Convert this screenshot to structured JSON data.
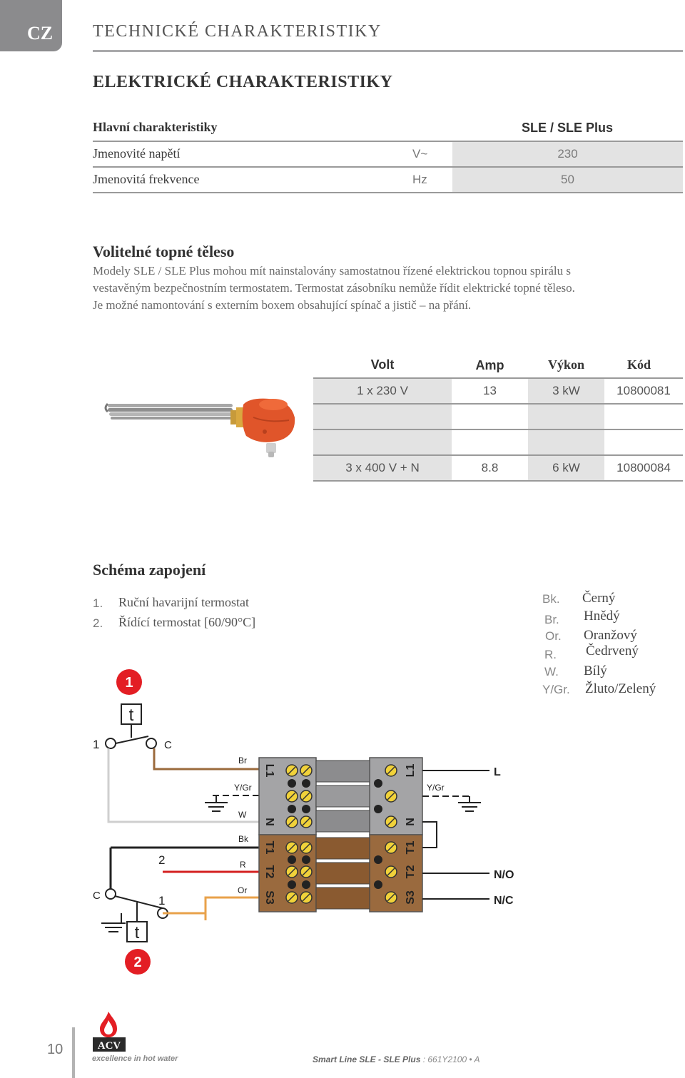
{
  "header": {
    "lang_tab": "CZ",
    "title": "TECHNICKÉ CHARAKTERISTIKY"
  },
  "electrical": {
    "title": "ELEKTRICKÉ CHARAKTERISTIKY",
    "table": {
      "header_label": "Hlavní charakteristiky",
      "header_model": "SLE / SLE Plus",
      "rows": [
        {
          "label": "Jmenovité napětí",
          "unit": "V~",
          "value": "230"
        },
        {
          "label": "Jmenovitá frekvence",
          "unit": "Hz",
          "value": "50"
        }
      ]
    }
  },
  "optional_heater": {
    "title": "Volitelné topné těleso",
    "lines": [
      "Modely SLE / SLE Plus mohou mít nainstalovány samostatnou řízené elektrickou topnou spirálu s",
      "vestavěným bezpečnostním termostatem. Termostat zásobníku nemůže řídit elektrické topné těleso.",
      "Je možné namontování s externím boxem obsahující spínač a jistič – na přání."
    ],
    "table": {
      "headers": [
        "Volt",
        "Amp",
        "Výkon",
        "Kód"
      ],
      "rows": [
        [
          "1 x 230 V",
          "13",
          "3 kW",
          "10800081"
        ],
        [
          "",
          "",
          "",
          ""
        ],
        [
          "",
          "",
          "",
          ""
        ],
        [
          "3 x 400 V + N",
          "8.8",
          "6 kW",
          "10800084"
        ]
      ]
    }
  },
  "schema": {
    "title": "Schéma zapojení",
    "legend": [
      {
        "num": "1.",
        "text": "Ruční havarijní termostat"
      },
      {
        "num": "2.",
        "text": "Řídící termostat [60/90°C]"
      }
    ],
    "colors": [
      {
        "key": "Bk.",
        "value": "Černý"
      },
      {
        "key": "Br.",
        "value": "Hnědý"
      },
      {
        "key": "Or.",
        "value": "Oranžový"
      },
      {
        "key": "R.",
        "value": "Čedrvený"
      },
      {
        "key": "W.",
        "value": "Bílý"
      },
      {
        "key": "Y/Gr.",
        "value": "Žluto/Zelený"
      }
    ],
    "diagram": {
      "badge1": "1",
      "badge2": "2",
      "t_symbol": "t",
      "th1_left": "1",
      "th1_right": "C",
      "th2_c": "C",
      "th2_2": "2",
      "th2_1": "1",
      "wire_br": "Br",
      "wire_ygr_left": "Y/Gr",
      "wire_w": "W",
      "wire_bk": "Bk",
      "wire_r": "R",
      "wire_or": "Or",
      "wire_ygr_right": "Y/Gr",
      "term_left": [
        "L1",
        "N",
        "T1",
        "T2",
        "S3"
      ],
      "term_right": [
        "L1",
        "N",
        "T1",
        "T2",
        "S3"
      ],
      "out_l": "L",
      "out_no": "N/O",
      "out_nc": "N/C"
    }
  },
  "footer": {
    "page_number": "10",
    "logo_text": "ACV",
    "tagline": "excellence in hot water",
    "doc_name": "Smart Line SLE - SLE Plus",
    "doc_code": " : 661Y2100 • A"
  },
  "colors": {
    "accent_grey": "#8b8b8d",
    "cell_grey": "#e3e3e3",
    "brown": "#9b6a3c",
    "orange_heater": "#e0552a",
    "red_badge": "#e31e24",
    "red_wire": "#d42020",
    "orange_wire": "#e8a24a"
  }
}
